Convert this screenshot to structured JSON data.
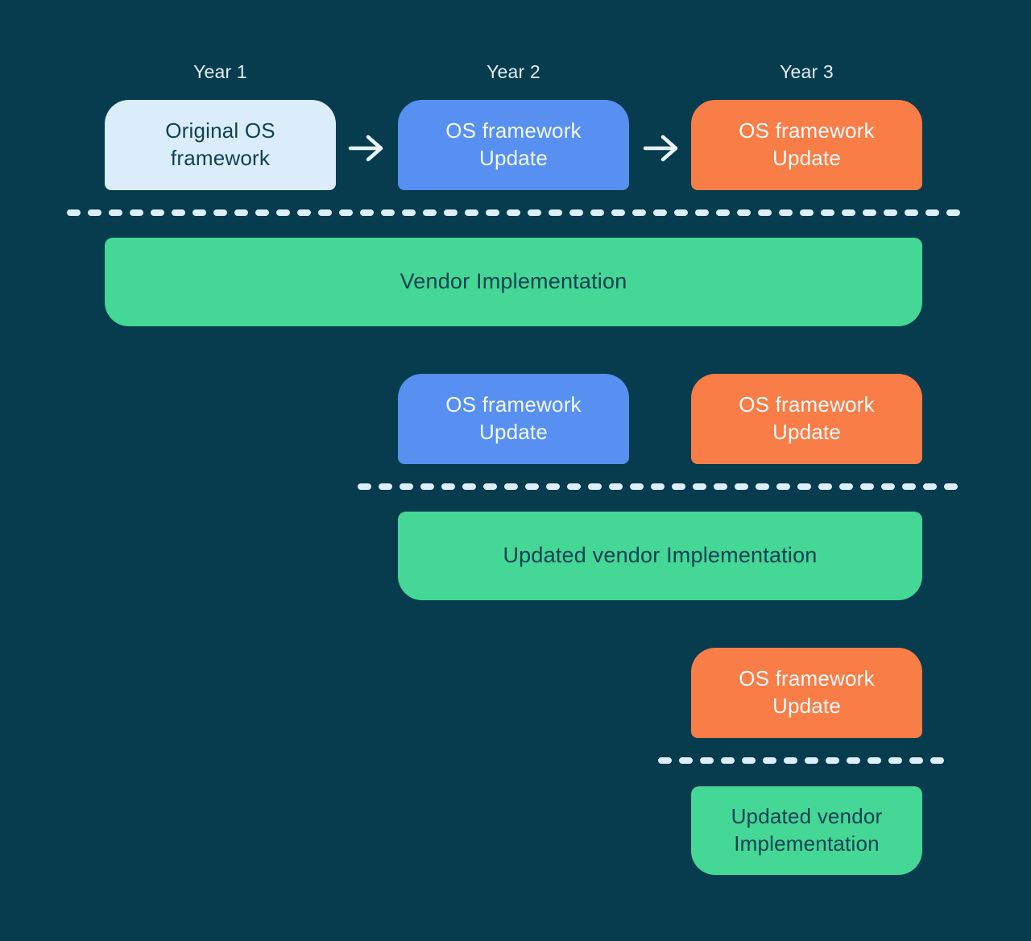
{
  "palette": {
    "background": "#073C4E",
    "framework_original": "#DBEDFB",
    "framework_update_blue": "#5790F0",
    "framework_update_orange": "#F87D46",
    "implementation_green": "#45D795",
    "dark_text": "#0E4254",
    "light_text": "#F4FAFE",
    "year_label_text": "#E3EFF8",
    "dash_color": "#DCEFFA",
    "arrow_color": "#E9F4FB"
  },
  "header": {
    "year1": "Year 1",
    "year2": "Year 2",
    "year3": "Year 3"
  },
  "icons": {
    "arrow_right": "arrow-right-icon"
  },
  "timeline": {
    "row1": {
      "original_framework": "Original OS\nframework",
      "update_year2": "OS framework\nUpdate",
      "update_year3": "OS framework\nUpdate",
      "implementation": "Vendor Implementation"
    },
    "row2": {
      "update_year2": "OS framework\nUpdate",
      "update_year3": "OS framework\nUpdate",
      "implementation": "Updated vendor Implementation"
    },
    "row3": {
      "update_year3": "OS framework\nUpdate",
      "implementation": "Updated vendor\nImplementation"
    }
  }
}
